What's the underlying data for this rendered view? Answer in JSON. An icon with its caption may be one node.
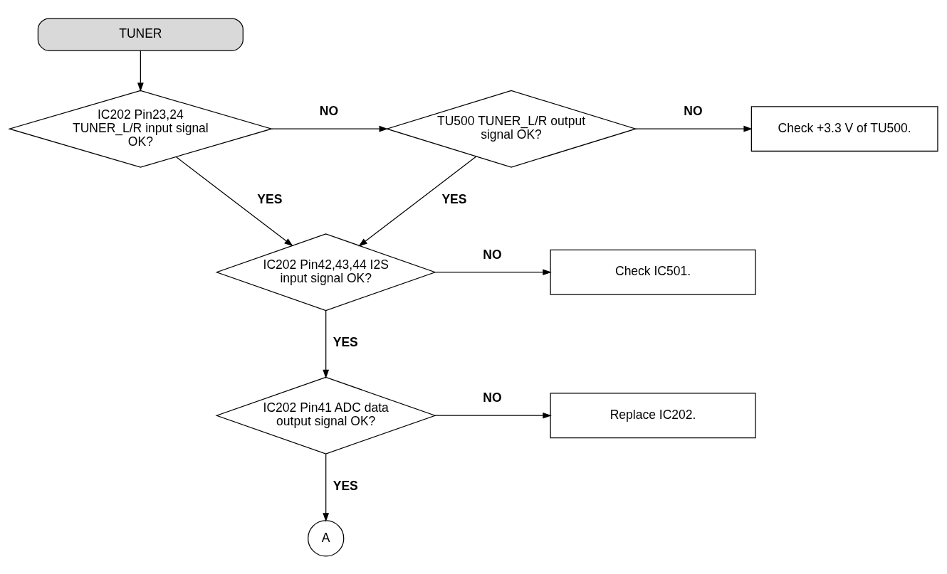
{
  "diagram": {
    "nodes": [
      {
        "text": [
          "TUNER"
        ]
      },
      {
        "text": [
          "IC202 Pin23,24 TUNER_L/R input signal OK?"
        ]
      },
      {
        "text": [
          "TU500 TUNER_L/R output signal OK?"
        ]
      },
      {
        "text": [
          "Check +3.3 V of TU500."
        ]
      },
      {
        "text": [
          "IC202 Pin42,43,44 I2S input signal OK?"
        ]
      },
      {
        "text": [
          "Check IC501."
        ]
      },
      {
        "text": [
          "IC202 Pin41 ADC data output signal OK?"
        ]
      },
      {
        "text": [
          "Replace IC202."
        ]
      },
      {
        "text": [
          "A"
        ]
      }
    ],
    "edges": [
      {
        "from": 0,
        "to": 1,
        "arrow": "to"
      },
      {
        "from": 1,
        "to": 2,
        "arrow": "to",
        "label": "NO"
      },
      {
        "from": 2,
        "to": 3,
        "arrow": "to",
        "label": "NO"
      },
      {
        "from": 1,
        "to": 4,
        "arrow": "to",
        "label": "YES"
      },
      {
        "from": 2,
        "to": 4,
        "arrow": "to",
        "label": "YES"
      },
      {
        "from": 4,
        "to": 5,
        "arrow": "to",
        "label": "NO"
      },
      {
        "from": 4,
        "to": 6,
        "arrow": "to",
        "label": "YES"
      },
      {
        "from": 6,
        "to": 7,
        "arrow": "to",
        "label": "NO"
      },
      {
        "from": 6,
        "to": 8,
        "arrow": "to",
        "label": "YES"
      }
    ]
  }
}
